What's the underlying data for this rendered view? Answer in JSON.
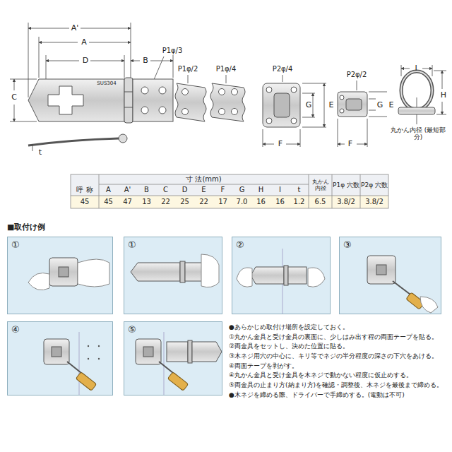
{
  "diagram": {
    "nodes": [
      {
        "text": [
          "①"
        ]
      },
      {
        "text": [
          "①"
        ]
      },
      {
        "text": [
          "②"
        ]
      },
      {
        "text": [
          "③"
        ]
      },
      {
        "text": [
          "④"
        ]
      },
      {
        "text": [
          "⑤"
        ]
      }
    ],
    "labels": [
      "A'",
      "A",
      "D",
      "B",
      "C",
      "t",
      "SUS304",
      "P1φ/3",
      "P1φ/2",
      "P1φ/4",
      "P2φ/4",
      "G",
      "E",
      "F",
      "P2φ/2",
      "G",
      "E",
      "F",
      "I",
      "H",
      "丸かん内径 (最短部分)",
      "寸 法(mm)",
      "呼 称",
      "A",
      "A'",
      "B",
      "C",
      "D",
      "E",
      "F",
      "G",
      "H",
      "I",
      "t",
      "丸かん 内径",
      "P1φ 穴数",
      "P2φ 穴数",
      "45",
      "45",
      "47",
      "13",
      "22",
      "25",
      "22",
      "17",
      "7.0",
      "16",
      "16",
      "1.2",
      "6.5",
      "3.8/2",
      "3.8/2",
      "■取付け例",
      "●あらかじめ取付け場所を設定しておく。",
      "①丸かん金具と受け金具の裏面に、少しはみ出す程の両面テープを貼る。",
      "②両金具をセットし、決めた位置に貼る。",
      "③木ネジ用穴の中心に、キリ等でネジの半分程度の深さの下穴をあける。",
      "④両面テープを剥がす。",
      "④丸かん金具と受け金具を木ネジで動かない程度に仮止めする。",
      "⑤両金具の止まり方(納まり方)を確認・調整後、木ネジを最後まで締める。",
      "●木ネジを締める際、ドライバーで手締めする。(電動は不可)"
    ]
  }
}
